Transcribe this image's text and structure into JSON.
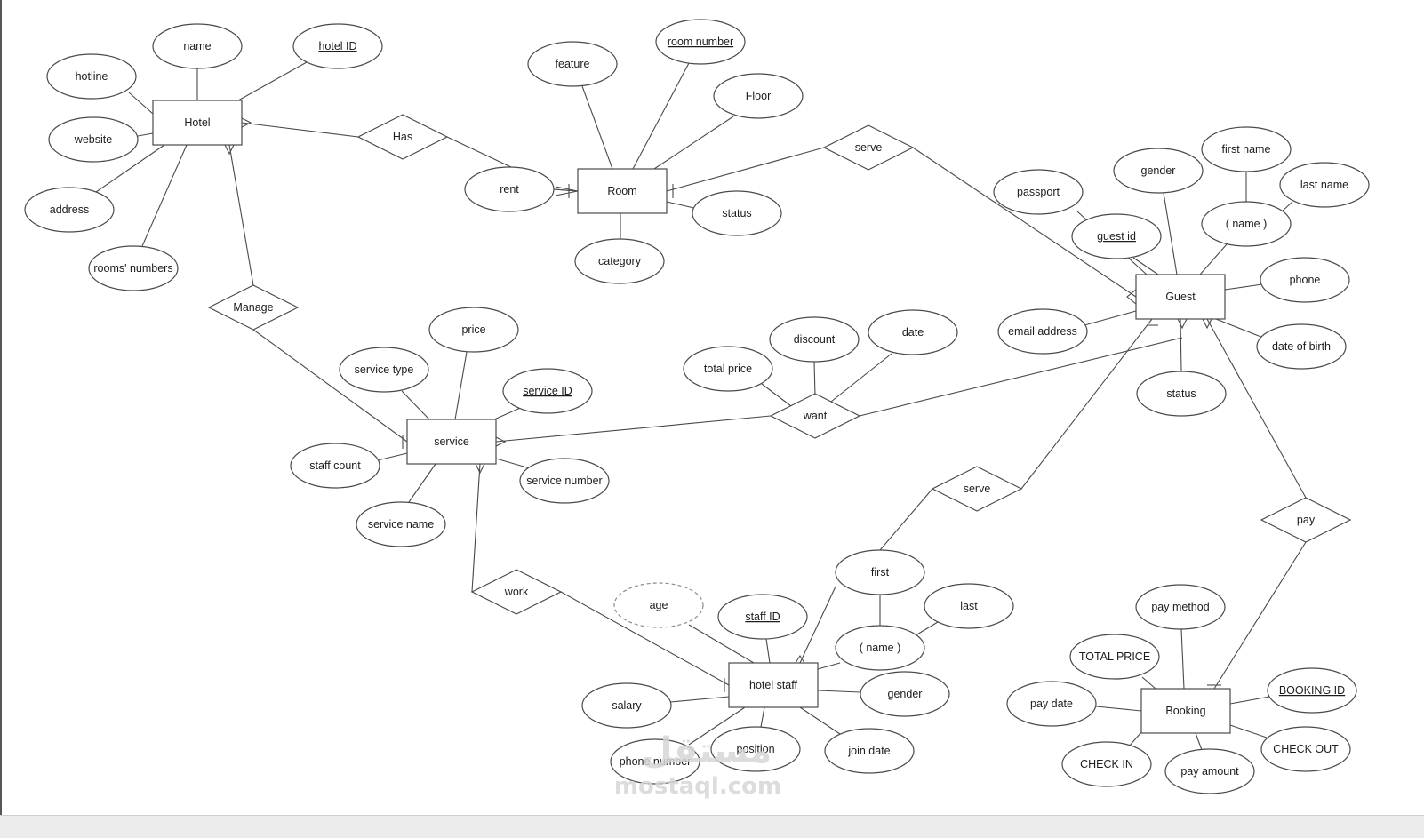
{
  "diagram": {
    "entities": [
      {
        "id": "hotel",
        "label": "Hotel"
      },
      {
        "id": "room",
        "label": "Room"
      },
      {
        "id": "guest",
        "label": "Guest"
      },
      {
        "id": "service",
        "label": "service"
      },
      {
        "id": "staff",
        "label": "hotel staff"
      },
      {
        "id": "booking",
        "label": "Booking"
      }
    ],
    "relationships": [
      {
        "id": "has",
        "label": "Has"
      },
      {
        "id": "serve1",
        "label": "serve"
      },
      {
        "id": "manage",
        "label": "Manage"
      },
      {
        "id": "want",
        "label": "want"
      },
      {
        "id": "serve2",
        "label": "serve"
      },
      {
        "id": "work",
        "label": "work"
      },
      {
        "id": "pay",
        "label": "pay"
      }
    ],
    "attributes": [
      {
        "id": "h_name",
        "label": "name",
        "key": false
      },
      {
        "id": "h_id",
        "label": "hotel ID",
        "key": true
      },
      {
        "id": "h_hotline",
        "label": "hotline",
        "key": false
      },
      {
        "id": "h_website",
        "label": "website",
        "key": false
      },
      {
        "id": "h_address",
        "label": "address",
        "key": false
      },
      {
        "id": "h_rooms",
        "label": "rooms' numbers",
        "key": false
      },
      {
        "id": "r_feature",
        "label": "feature",
        "key": false
      },
      {
        "id": "r_number",
        "label": "room number",
        "key": true
      },
      {
        "id": "r_floor",
        "label": "Floor",
        "key": false
      },
      {
        "id": "r_rent",
        "label": "rent",
        "key": false
      },
      {
        "id": "r_status",
        "label": "status",
        "key": false
      },
      {
        "id": "r_category",
        "label": "category",
        "key": false
      },
      {
        "id": "g_passport",
        "label": "passport",
        "key": false
      },
      {
        "id": "g_gender",
        "label": "gender",
        "key": false
      },
      {
        "id": "g_first",
        "label": "first name",
        "key": false
      },
      {
        "id": "g_last",
        "label": "last name",
        "key": false
      },
      {
        "id": "g_id",
        "label": "guest id",
        "key": true
      },
      {
        "id": "g_name",
        "label": "( name )",
        "key": false
      },
      {
        "id": "g_phone",
        "label": "phone",
        "key": false
      },
      {
        "id": "g_email",
        "label": "email address",
        "key": false
      },
      {
        "id": "g_dob",
        "label": "date of birth",
        "key": false
      },
      {
        "id": "g_status",
        "label": "status",
        "key": false
      },
      {
        "id": "s_price",
        "label": "price",
        "key": false
      },
      {
        "id": "s_type",
        "label": "service type",
        "key": false
      },
      {
        "id": "s_id",
        "label": "service ID",
        "key": true
      },
      {
        "id": "s_count",
        "label": "staff count",
        "key": false
      },
      {
        "id": "s_number",
        "label": "service number",
        "key": false
      },
      {
        "id": "s_name",
        "label": "service name",
        "key": false
      },
      {
        "id": "w_discount",
        "label": "discount",
        "key": false
      },
      {
        "id": "w_date",
        "label": "date",
        "key": false
      },
      {
        "id": "w_total",
        "label": "total price",
        "key": false
      },
      {
        "id": "st_age",
        "label": "age",
        "key": false
      },
      {
        "id": "st_id",
        "label": "staff ID",
        "key": true
      },
      {
        "id": "st_first",
        "label": "first",
        "key": false
      },
      {
        "id": "st_last",
        "label": "last",
        "key": false
      },
      {
        "id": "st_name",
        "label": "( name )",
        "key": false
      },
      {
        "id": "st_gender",
        "label": "gender",
        "key": false
      },
      {
        "id": "st_salary",
        "label": "salary",
        "key": false
      },
      {
        "id": "st_position",
        "label": "position",
        "key": false
      },
      {
        "id": "st_join",
        "label": "join date",
        "key": false
      },
      {
        "id": "st_phone",
        "label": "phone number",
        "key": false
      },
      {
        "id": "b_method",
        "label": "pay method",
        "key": false
      },
      {
        "id": "b_total",
        "label": "TOTAL PRICE",
        "key": false
      },
      {
        "id": "b_id",
        "label": "BOOKING ID",
        "key": true
      },
      {
        "id": "b_paydate",
        "label": "pay date",
        "key": false
      },
      {
        "id": "b_checkout",
        "label": "CHECK OUT",
        "key": false
      },
      {
        "id": "b_checkin",
        "label": "CHECK IN",
        "key": false
      },
      {
        "id": "b_amount",
        "label": "pay amount",
        "key": false
      }
    ]
  },
  "watermark": {
    "arabic": "مستقل",
    "latin": "mostaql.com"
  }
}
